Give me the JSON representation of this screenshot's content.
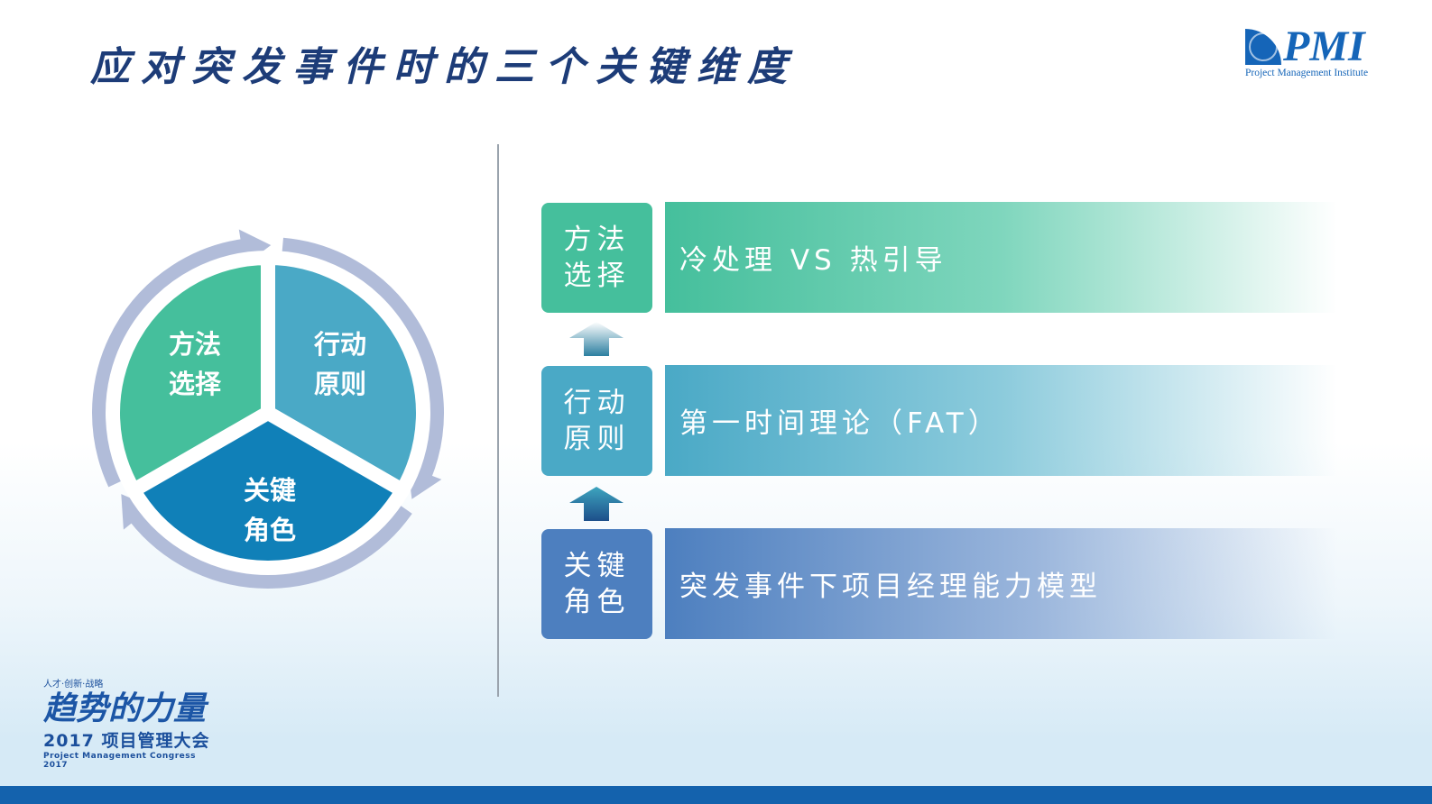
{
  "title": "应对突发事件时的三个关键维度",
  "logo": {
    "name": "PMI",
    "subtitle": "Project Management Institute"
  },
  "pie": {
    "segments": [
      {
        "line1": "方法",
        "line2": "选择",
        "color": "#45bf9c"
      },
      {
        "line1": "行动",
        "line2": "原则",
        "color": "#4aa9c6"
      },
      {
        "line1": "关键",
        "line2": "角色",
        "color": "#1080b8"
      }
    ],
    "ring_color": "#b1bcd9"
  },
  "rows": [
    {
      "label1": "方法",
      "label2": "选择",
      "text": "冷处理 VS 热引导",
      "color": "#45bf9c"
    },
    {
      "label1": "行动",
      "label2": "原则",
      "text": "第一时间理论（FAT）",
      "color": "#4aa9c6"
    },
    {
      "label1": "关键",
      "label2": "角色",
      "text": "突发事件下项目经理能力模型",
      "color": "#4d7fbf"
    }
  ],
  "footer_logo": {
    "tagline": "人才·创新·战略",
    "slogan": "趋势的力量",
    "event": "2017 项目管理大会",
    "event_en": "Project Management Congress 2017"
  }
}
